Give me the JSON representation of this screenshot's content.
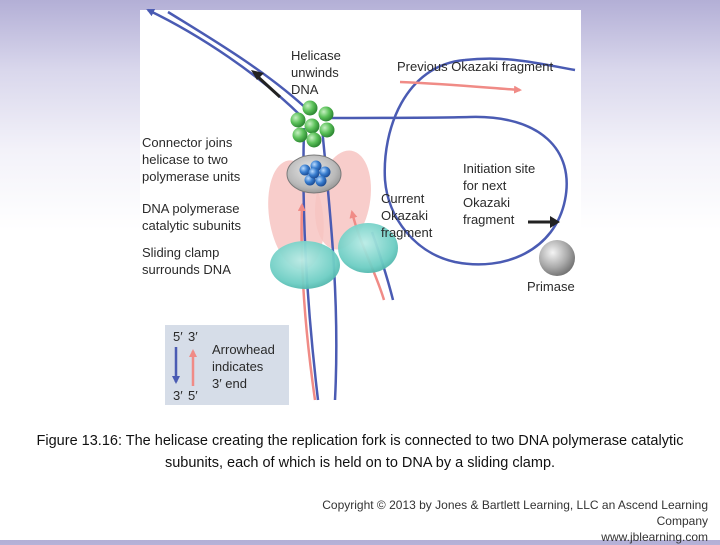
{
  "diagram": {
    "labels": {
      "helicase": [
        "Helicase",
        "unwinds",
        "DNA"
      ],
      "previous_okazaki": "Previous Okazaki fragment",
      "connector": [
        "Connector joins",
        "helicase to two",
        "polymerase units"
      ],
      "dna_polymerase": [
        "DNA polymerase",
        "catalytic subunits"
      ],
      "sliding_clamp": [
        "Sliding clamp",
        "surrounds DNA"
      ],
      "current_okazaki": [
        "Current",
        "Okazaki",
        "fragment"
      ],
      "initiation_site": [
        "Initiation site",
        "for next",
        "Okazaki",
        "fragment"
      ],
      "primase": "Primase"
    },
    "legend": {
      "top_left": "5′",
      "top_right": "3′",
      "bottom_left": "3′",
      "bottom_right": "5′",
      "text": [
        "Arrowhead",
        "indicates",
        "3′ end"
      ]
    },
    "colors": {
      "blue_strand": "#4a5bb3",
      "pink_strand": "#f08b86",
      "helicase": "#5cc25a",
      "connector": "#3a7fd0",
      "polymerase": "#f7c4c2",
      "clamp": "#6ccdc3",
      "primase": "#a9a9a9"
    }
  },
  "caption": "Figure 13.16: The helicase creating the replication fork is connected to two DNA polymerase catalytic subunits, each of which is held on to DNA by a sliding clamp.",
  "copyright": {
    "line1": "Copyright © 2013 by Jones & Bartlett Learning, LLC an Ascend Learning Company",
    "line2": "www.jblearning.com"
  }
}
